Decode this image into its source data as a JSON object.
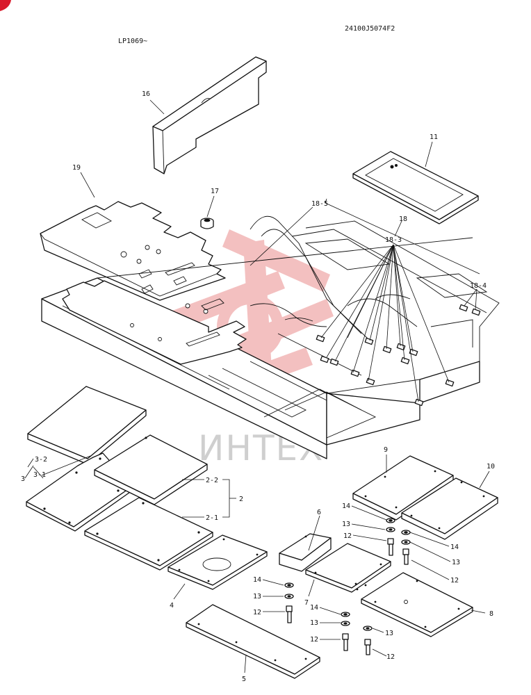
{
  "header": {
    "model_range": "LP1069~",
    "drawing_number": "24100J5074F2"
  },
  "watermark": {
    "text": "ИНТЕХ",
    "logo_color": "#f2b6b6",
    "text_color": "#cfcfcf"
  },
  "corner_marker_color": "#d9192b",
  "callouts": {
    "p16": "16",
    "p11": "11",
    "p19": "19",
    "p17": "17",
    "p18_5": "18-5",
    "p18": "18",
    "p18_3": "18-3",
    "p18_4": "18-4",
    "p3": "3",
    "p3_2": "3-2",
    "p3_1": "3-1",
    "p2_2": "2-2",
    "p2": "2",
    "p2_1": "2-1",
    "p4": "4",
    "p5": "5",
    "p6": "6",
    "p7": "7",
    "p8": "8",
    "p9": "9",
    "p10": "10",
    "p14_a": "14",
    "p13_a": "13",
    "p12_a": "12",
    "p14_b": "14",
    "p13_b": "13",
    "p12_b": "12",
    "p14_c": "14",
    "p13_c": "13",
    "p12_c": "12",
    "p14_d": "14",
    "p13_d": "13",
    "p12_d": "12",
    "p13_e": "13",
    "p12_e": "12"
  }
}
